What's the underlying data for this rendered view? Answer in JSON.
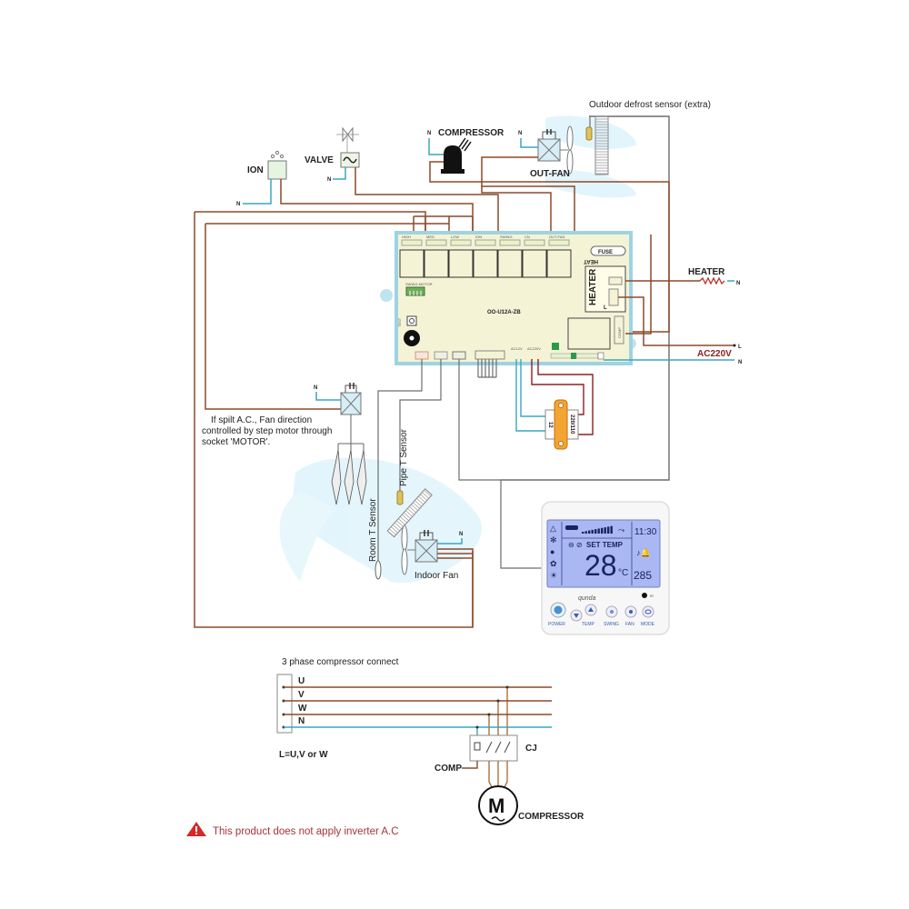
{
  "colors": {
    "wire_brown": "#8b4a2b",
    "wire_red": "#8b2020",
    "wire_blue": "#3ba6c0",
    "wire_gray": "#6d6d6d",
    "board_fill": "#f5f3d6",
    "board_border": "#9fd3e2",
    "lcd_fill": "#a9b8f2",
    "transformer": "#f2a532",
    "warning_red": "#d62828"
  },
  "outdoor": {
    "defrost_sensor_label": "Outdoor defrost sensor (extra)",
    "compressor_label": "COMPRESSOR",
    "out_fan_label": "OUT-FAN",
    "valve_label": "VALVE",
    "ion_label": "ION",
    "neutral": "N"
  },
  "board": {
    "model": "OO-U12A-ZB",
    "relay_terminals": [
      "HIGH",
      "MED",
      "LOW",
      "ION",
      "SWING",
      "CN",
      "OUT-FAN"
    ],
    "fuse_label": "FUSE",
    "heat_label": "HEAT",
    "heater_block_label": "HEATER",
    "comp_label": "COMP",
    "swing_motor_label": "SWING MOTOR",
    "test_label": "TEST",
    "ac12v_label": "AC12V",
    "ac220v_label": "AC220V",
    "l_label": "L"
  },
  "power": {
    "heater_label": "HEATER",
    "ac220v_label": "AC220V",
    "l": "L",
    "n": "N"
  },
  "transformer": {
    "secondary": "12",
    "primary": "220/110"
  },
  "indoor": {
    "fan_direction_note": [
      "If spilt A.C., Fan direction",
      "controlled by step motor through",
      "socket 'MOTOR'."
    ],
    "pipe_sensor_label": "Pipe T Sensor",
    "room_sensor_label": "Room T Sensor",
    "indoor_fan_label": "Indoor Fan",
    "neutral": "N"
  },
  "thermostat": {
    "brand": "qunda",
    "set_temp_label": "SET TEMP",
    "temperature": "28",
    "unit": "°C",
    "clock": "11:30",
    "small_readout": "285",
    "ir_label": "IR",
    "buttons": [
      "POWER",
      "TEMP",
      "SWING",
      "FAN",
      "MODE"
    ]
  },
  "three_phase": {
    "title": "3 phase compressor connect",
    "phases": [
      "U",
      "V",
      "W",
      "N"
    ],
    "note": "L=U,V or W",
    "contactor_label": "CJ",
    "comp_label": "COMP",
    "motor_symbol": "M",
    "motor_label": "COMPRESSOR"
  },
  "warning": {
    "icon": "warning-triangle-icon",
    "text": "This product does not apply inverter A.C"
  }
}
